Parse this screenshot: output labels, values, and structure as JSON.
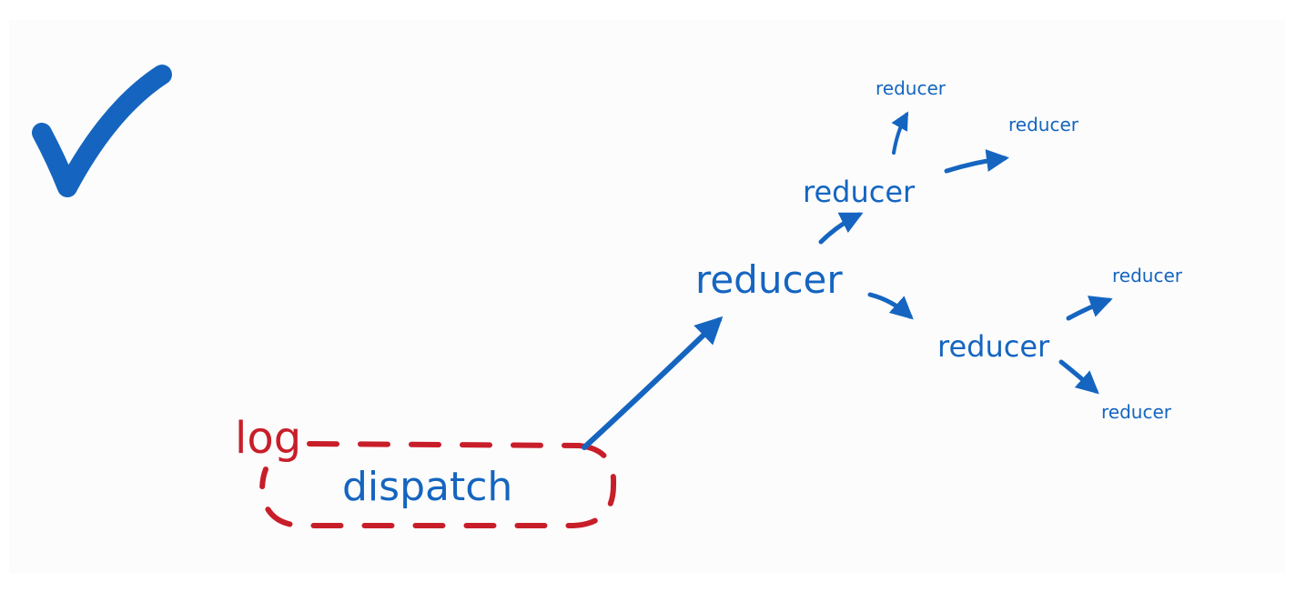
{
  "colors": {
    "blue": "#1565c0",
    "red": "#c81e2a",
    "background": "#fcfcfc"
  },
  "icon": "checkmark-icon",
  "labels": {
    "log": "log",
    "dispatch": "dispatch",
    "reducer_root": "reducer",
    "reducer_upper": "reducer",
    "reducer_upper_top": "reducer",
    "reducer_upper_right": "reducer",
    "reducer_lower": "reducer",
    "reducer_lower_top": "reducer",
    "reducer_lower_bottom": "reducer"
  }
}
